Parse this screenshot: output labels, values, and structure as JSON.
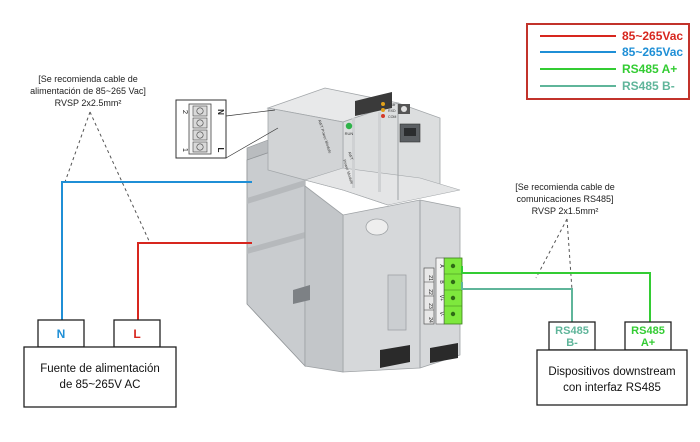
{
  "legend": {
    "items": [
      {
        "label": "85~265Vac",
        "color": "#d7261e"
      },
      {
        "label": "85~265Vac",
        "color": "#1f8fd6"
      },
      {
        "label": "RS485 A+",
        "color": "#33cc33"
      },
      {
        "label": "RS485 B-",
        "color": "#5fb59a"
      }
    ]
  },
  "notes": {
    "power_cable": [
      "[Se recomienda cable de",
      "alimentación de 85~265 Vac]",
      "RVSP 2x2.5mm²"
    ],
    "comm_cable": [
      "[Se recomienda cable de",
      "comunicaciones RS485]",
      "RVSP 2x1.5mm²"
    ]
  },
  "power_source": {
    "lines": [
      "Fuente de alimentación",
      "de 85~265V AC"
    ],
    "terminal_n": "N",
    "terminal_l": "L"
  },
  "downstream": {
    "lines": [
      "Dispositivos downstream",
      "con interfaz RS485"
    ],
    "terminal_b": [
      "RS485",
      "B-"
    ],
    "terminal_a": [
      "RS485",
      "A+"
    ]
  },
  "device": {
    "callout_left": [
      "2",
      "1"
    ],
    "callout_right": [
      "N",
      "L"
    ],
    "front_text": [
      "AWT",
      "Power Module"
    ],
    "run_label": "RUN",
    "led_labels": [
      "TXD",
      "RXD",
      "COM"
    ],
    "port_labels": [
      "21",
      "22",
      "23",
      "24"
    ],
    "comm_port_labels": [
      "A",
      "B",
      "V+",
      "V-"
    ]
  },
  "colors": {
    "ac_red": "#d7261e",
    "ac_blue": "#1f8fd6",
    "rs485_a": "#33cc33",
    "rs485_b": "#5fb59a",
    "comm_green": "#44dd22"
  }
}
